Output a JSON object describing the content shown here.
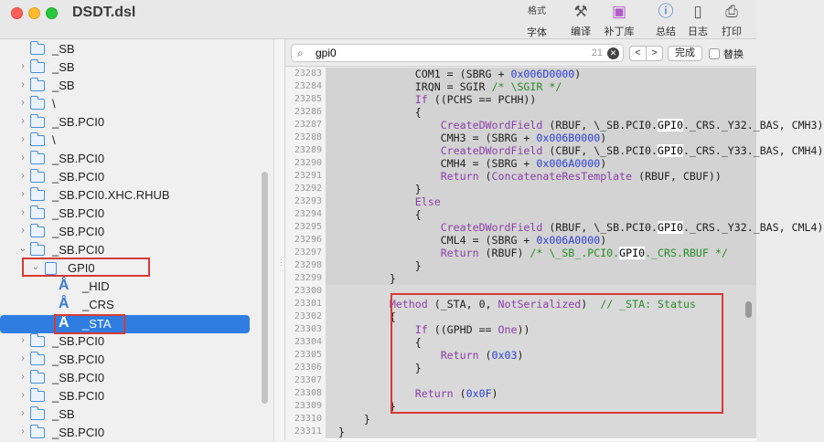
{
  "window": {
    "title": "DSDT.dsl"
  },
  "toolbar": {
    "format_top": "格式",
    "font_label": "字体",
    "compile_label": "编译",
    "patch_label": "补丁库",
    "summary_label": "总结",
    "log_label": "日志",
    "print_label": "打印"
  },
  "sidebar": {
    "rows": [
      {
        "name": "_SB",
        "chevron": ""
      },
      {
        "name": "_SB",
        "chevron": "›"
      },
      {
        "name": "_SB",
        "chevron": "›"
      },
      {
        "name": "\\",
        "chevron": "›"
      },
      {
        "name": "_SB.PCI0",
        "chevron": "›"
      },
      {
        "name": "\\",
        "chevron": "›"
      },
      {
        "name": "_SB.PCI0",
        "chevron": "›"
      },
      {
        "name": "_SB.PCI0",
        "chevron": "›"
      },
      {
        "name": "_SB.PCI0.XHC.RHUB",
        "chevron": "›"
      },
      {
        "name": "_SB.PCI0",
        "chevron": "›"
      },
      {
        "name": "_SB.PCI0",
        "chevron": "›"
      },
      {
        "name": "_SB.PCI0",
        "chevron": "⌄"
      }
    ],
    "device": {
      "name": "GPI0",
      "chevron": "⌄"
    },
    "methods": [
      {
        "name": "_HID"
      },
      {
        "name": "_CRS"
      },
      {
        "name": "_STA"
      }
    ],
    "rows_after": [
      {
        "name": "_SB.PCI0"
      },
      {
        "name": "_SB.PCI0"
      },
      {
        "name": "_SB.PCI0"
      },
      {
        "name": "_SB.PCI0"
      },
      {
        "name": "_SB"
      },
      {
        "name": "_SB.PCI0"
      }
    ]
  },
  "search": {
    "value": "gpi0",
    "count": "21",
    "prev": "<",
    "next": ">",
    "done_label": "完成",
    "replace_label": "替换"
  },
  "editor": {
    "lines": [
      {
        "no": "23283",
        "text": "            COM1 = (SBRG + 0x006D0000)"
      },
      {
        "no": "23284",
        "text": "            IRQN = SGIR /* \\SGIR */"
      },
      {
        "no": "23285",
        "text": "            If ((PCHS == PCHH))"
      },
      {
        "no": "23286",
        "text": "            {"
      },
      {
        "no": "23287",
        "text": "                CreateDWordField (RBUF, \\_SB.PCI0.GPI0._CRS._Y32._BAS, CMH3)"
      },
      {
        "no": "23288",
        "text": "                CMH3 = (SBRG + 0x006B0000)"
      },
      {
        "no": "23289",
        "text": "                CreateDWordField (CBUF, \\_SB.PCI0.GPI0._CRS._Y33._BAS, CMH4)"
      },
      {
        "no": "23290",
        "text": "                CMH4 = (SBRG + 0x006A0000)"
      },
      {
        "no": "23291",
        "text": "                Return (ConcatenateResTemplate (RBUF, CBUF))"
      },
      {
        "no": "23292",
        "text": "            }"
      },
      {
        "no": "23293",
        "text": "            Else"
      },
      {
        "no": "23294",
        "text": "            {"
      },
      {
        "no": "23295",
        "text": "                CreateDWordField (RBUF, \\_SB.PCI0.GPI0._CRS._Y32._BAS, CML4)"
      },
      {
        "no": "23296",
        "text": "                CML4 = (SBRG + 0x006A0000)"
      },
      {
        "no": "23297",
        "text": "                Return (RBUF) /* \\_SB_.PCI0.GPI0._CRS.RBUF */"
      },
      {
        "no": "23298",
        "text": "            }"
      },
      {
        "no": "23299",
        "text": "        }"
      },
      {
        "no": "23300",
        "text": ""
      },
      {
        "no": "23301",
        "text": "        Method (_STA, 0, NotSerialized)  // _STA: Status"
      },
      {
        "no": "23302",
        "text": "        {"
      },
      {
        "no": "23303",
        "text": "            If ((GPHD == One))"
      },
      {
        "no": "23304",
        "text": "            {"
      },
      {
        "no": "23305",
        "text": "                Return (0x03)"
      },
      {
        "no": "23306",
        "text": "            }"
      },
      {
        "no": "23307",
        "text": ""
      },
      {
        "no": "23308",
        "text": "            Return (0x0F)"
      },
      {
        "no": "23309",
        "text": "        }"
      },
      {
        "no": "23310",
        "text": "    }"
      },
      {
        "no": "23311",
        "text": "}"
      }
    ]
  }
}
